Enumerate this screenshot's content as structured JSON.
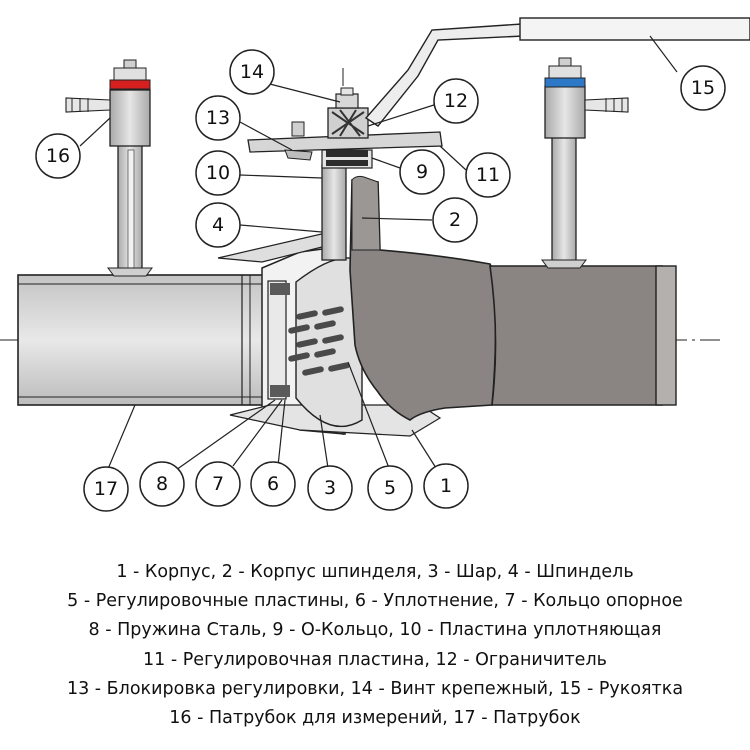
{
  "callouts": {
    "c1": "1",
    "c2": "2",
    "c3": "3",
    "c4": "4",
    "c5": "5",
    "c6": "6",
    "c7": "7",
    "c8": "8",
    "c9": "9",
    "c10": "10",
    "c11": "11",
    "c12": "12",
    "c13": "13",
    "c14": "14",
    "c15": "15",
    "c16": "16",
    "c17": "17"
  },
  "legend": [
    "1 - Корпус, 2 - Корпус шпинделя, 3 - Шар, 4 - Шпиндель",
    "5 - Регулировочные пластины, 6 - Уплотнение, 7 - Кольцо опорное",
    "8 - Пружина  Сталь, 9 - О-Кольцо, 10 - Пластина уплотняющая",
    "11 - Регулировочная пластина, 12 - Ограничитель",
    "13 - Блокировка регулировки, 14 - Винт крепежный, 15 - Рукоятка",
    "16 - Патрубок для измерений, 17 - Патрубок"
  ],
  "colors": {
    "outline": "#222222",
    "body_dark": "#8a8582",
    "body_light": "#b3b0ad",
    "pipe_fill": "#d6d6d6",
    "red_ring": "#d62020",
    "blue_ring": "#2e78c8"
  },
  "icons": {
    "callout_marker": "circle"
  }
}
